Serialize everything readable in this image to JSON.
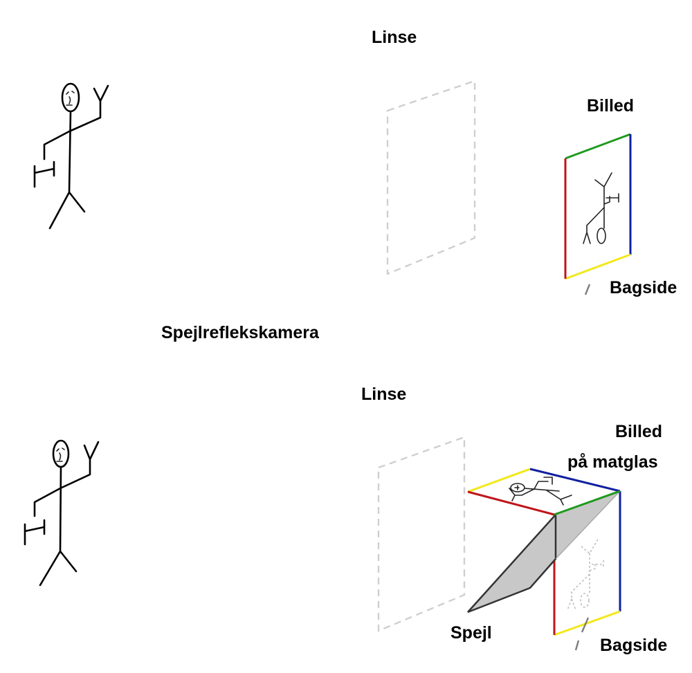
{
  "labels": {
    "top_lens": "Linse",
    "top_image": "Billed",
    "top_back": "Bagside",
    "section_title": "Spejlreflekskamera",
    "bottom_lens": "Linse",
    "bottom_image_line1": "Billed",
    "bottom_image_line2": "på matglas",
    "mirror": "Spejl",
    "bottom_back": "Bagside"
  },
  "colors": {
    "red": "#c0151a",
    "green": "#1f9a1f",
    "blue": "#1020a0",
    "yellow": "#f2e81a",
    "mirror_fill": "#c8c8c8",
    "lens_dash": "#cfcfcf"
  }
}
